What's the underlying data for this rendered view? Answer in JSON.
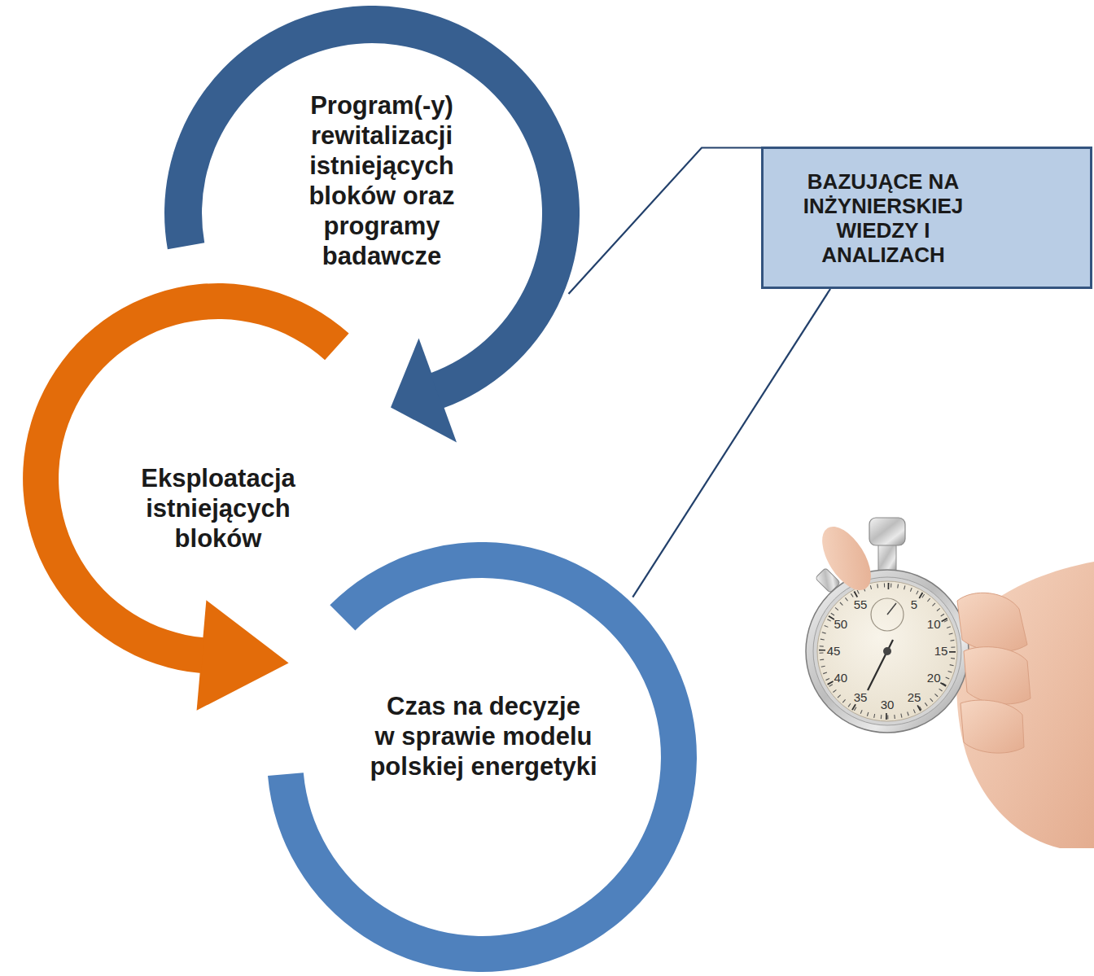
{
  "diagram": {
    "nodes": [
      {
        "text": [
          "Program(-y) rewitalizacji istniejących bloków oraz programy badawcze"
        ]
      },
      {
        "text": [
          "Eksploatacja istniejących bloków"
        ]
      },
      {
        "text": [
          "Czas na decyzje w sprawie modelu polskiej energetyki"
        ]
      },
      {
        "text": [
          "BAZUJĄCE NA INŻYNIERSKIEJ WIEDZY I ANALIZACH"
        ]
      }
    ],
    "edges": [
      {
        "from": 0,
        "to": 1,
        "arrow": "to"
      },
      {
        "from": 1,
        "to": 2,
        "arrow": "to"
      },
      {
        "from": 3,
        "to": 0,
        "arrow": "none"
      },
      {
        "from": 3,
        "to": 2,
        "arrow": "none"
      }
    ],
    "labels": [
      "55",
      "5",
      "10",
      "15",
      "20",
      "25",
      "30",
      "35",
      "40",
      "45",
      "50"
    ]
  }
}
